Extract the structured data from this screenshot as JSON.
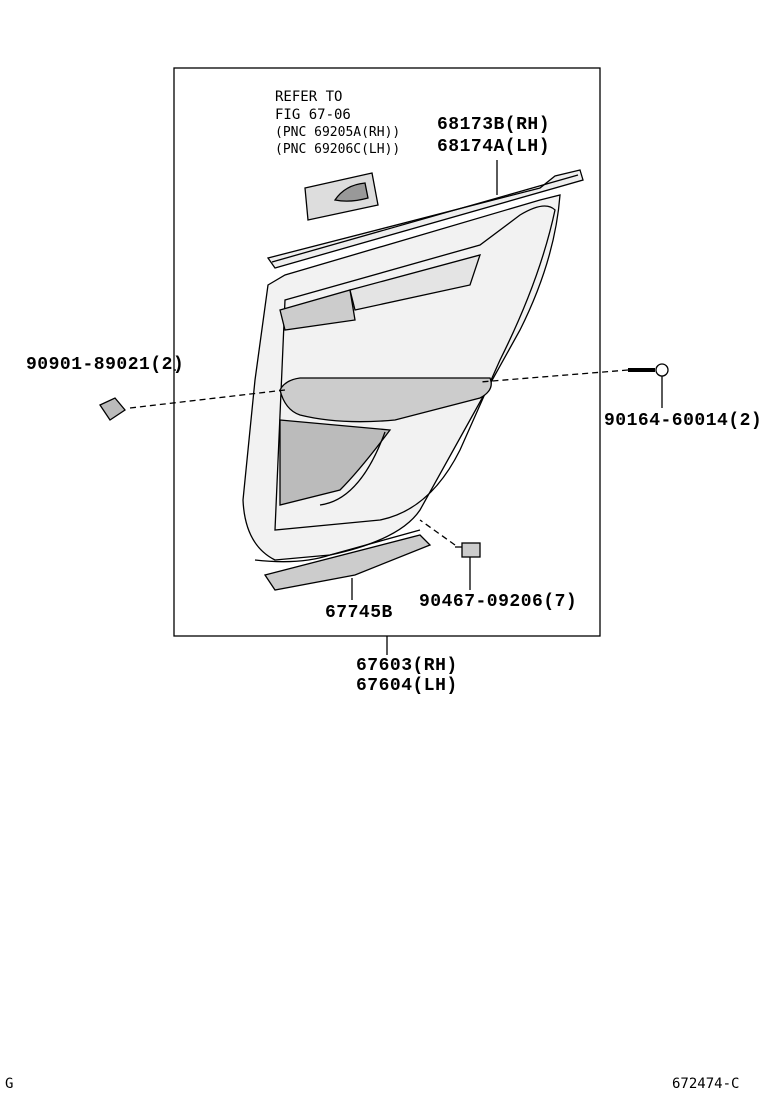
{
  "refer_note": {
    "line1": "REFER TO",
    "line2": "FIG 67-06",
    "line3": "(PNC 69205A(RH))",
    "line4": "(PNC 69206C(LH))"
  },
  "parts": {
    "weatherstrip_rh": "68173B(RH)",
    "weatherstrip_lh": "68174A(LH)",
    "clip_left": "90901-89021(2)",
    "screw_right": "90164-60014(2)",
    "lower_trim": "67745B",
    "clip_bottom": "90467-09206(7)",
    "panel_rh": "67603(RH)",
    "panel_lh": "67604(LH)"
  },
  "footer": {
    "left_code": "G",
    "figure_id": "672474-C"
  }
}
